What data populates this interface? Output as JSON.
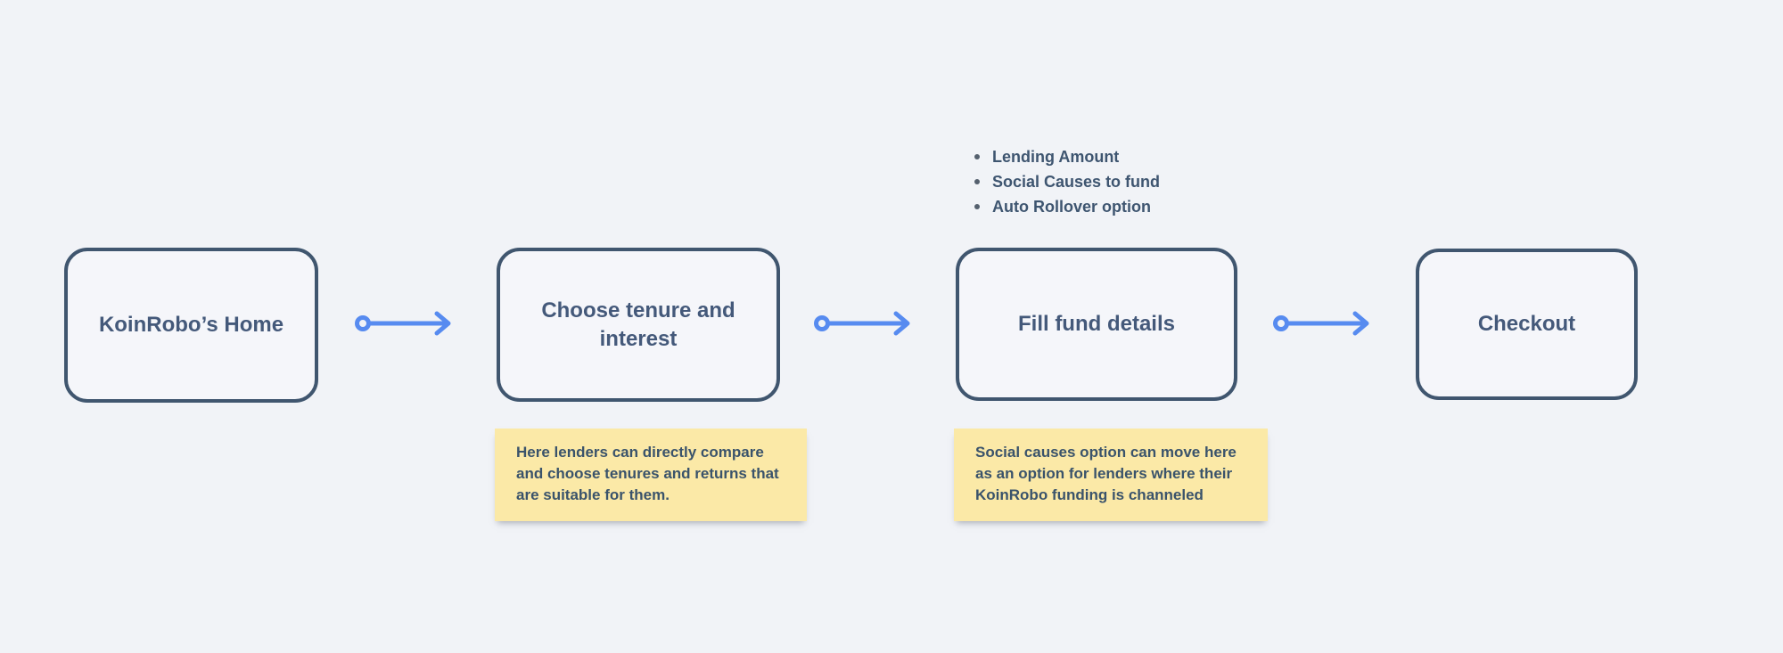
{
  "colors": {
    "canvas_bg": "#F1F3F7",
    "node_border": "#40566F",
    "node_fill": "#F5F6FA",
    "node_text": "#44597A",
    "arrow": "#578BF0",
    "note_bg": "#FBE9A7",
    "note_text": "#3A536B",
    "list_text": "#3E5570"
  },
  "flow": {
    "nodes": [
      {
        "label": "KoinRobo’s Home"
      },
      {
        "label": "Choose tenure and interest"
      },
      {
        "label": "Fill fund details"
      },
      {
        "label": "Checkout"
      }
    ],
    "connectors": [
      {
        "icon": "circle-line-arrow-right"
      },
      {
        "icon": "circle-line-arrow-right"
      },
      {
        "icon": "circle-line-arrow-right"
      }
    ]
  },
  "annotations": {
    "bullet_list": {
      "items": [
        "Lending Amount",
        "Social Causes to fund",
        "Auto Rollover option"
      ]
    },
    "sticky_notes": [
      {
        "text": "Here lenders can directly compare and choose tenures and returns that are suitable for them."
      },
      {
        "text": "Social causes option can move here as an option for lenders where their KoinRobo funding is channeled"
      }
    ]
  }
}
